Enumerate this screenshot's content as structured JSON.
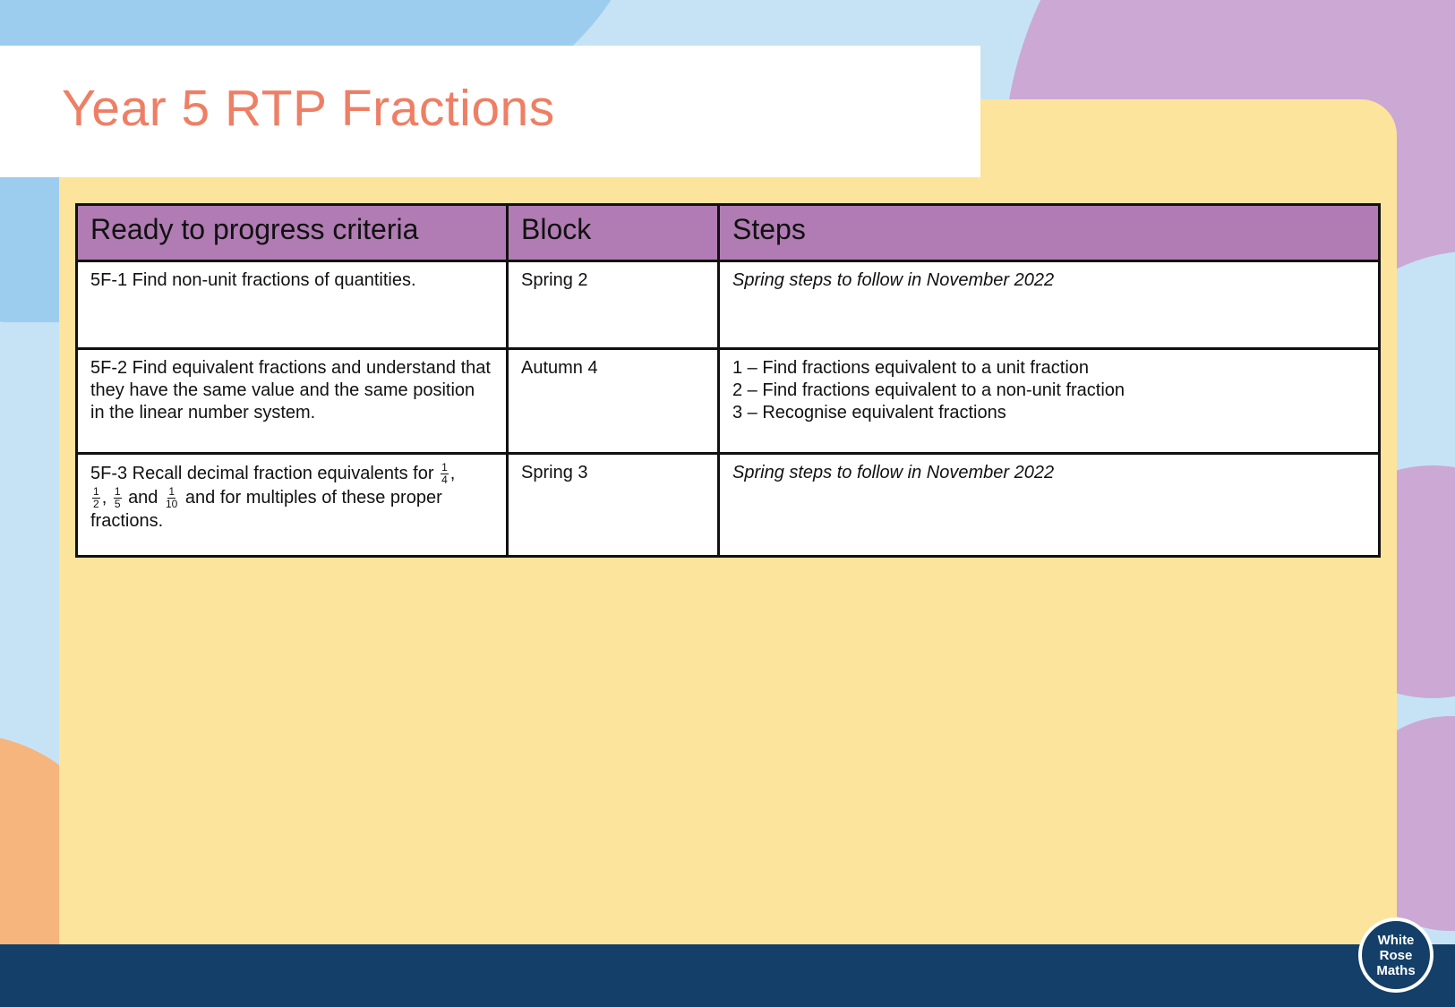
{
  "page": {
    "title": "Year 5 RTP Fractions"
  },
  "table": {
    "headers": {
      "criteria": "Ready to progress criteria",
      "block": "Block",
      "steps": "Steps"
    },
    "rows": [
      {
        "criteria": "5F-1 Find non-unit fractions of quantities.",
        "block": "Spring 2",
        "steps_note": "Spring steps to follow in November 2022"
      },
      {
        "criteria": "5F-2 Find equivalent fractions and understand that they have the same value and the same position in the linear number system.",
        "block": "Autumn 4",
        "steps": [
          "1 – Find fractions equivalent to a unit fraction",
          "2 – Find fractions equivalent to a non-unit fraction",
          "3 – Recognise equivalent fractions"
        ]
      },
      {
        "criteria_parts": {
          "intro": "5F-3 Recall decimal fraction equivalents for",
          "fractions": [
            {
              "num": "1",
              "den": "4"
            },
            {
              "num": "1",
              "den": "2"
            },
            {
              "num": "1",
              "den": "5"
            },
            {
              "num": "1",
              "den": "10"
            }
          ],
          "sep": ",",
          "and": "and",
          "rest": "and for multiples of these proper fractions."
        },
        "block": "Spring 3",
        "steps_note": "Spring steps to follow in November 2022"
      }
    ]
  },
  "logo": {
    "line1": "White",
    "line2": "Rose",
    "line3": "Maths"
  },
  "colors": {
    "title": "#ee7f65",
    "header_bg": "#b07cb3",
    "panel": "#fde49d",
    "footer": "#143f68",
    "background": "#c6e3f6"
  }
}
